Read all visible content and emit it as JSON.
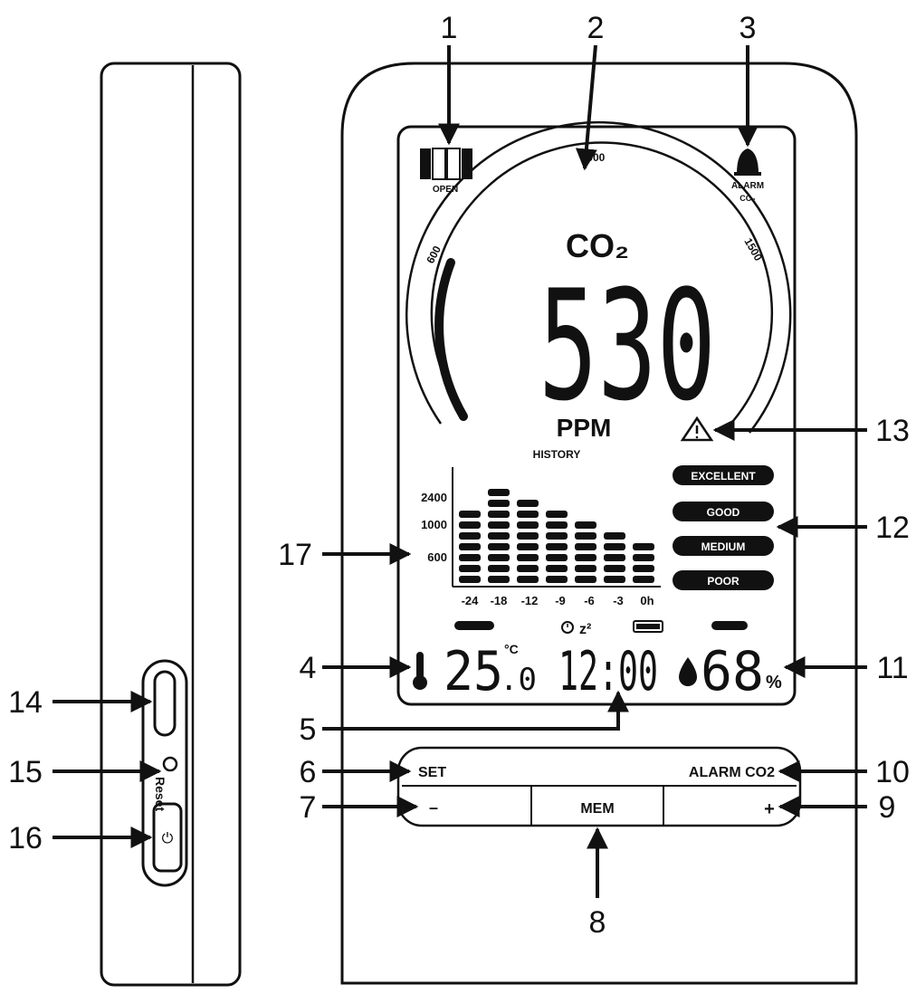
{
  "callouts": [
    "1",
    "2",
    "3",
    "4",
    "5",
    "6",
    "7",
    "8",
    "9",
    "10",
    "11",
    "12",
    "13",
    "14",
    "15",
    "16",
    "17"
  ],
  "display": {
    "window_label": "OPEN",
    "alarm_label": "ALARM",
    "alarm_sub": "CO₂",
    "gauge_ticks": [
      "600",
      "1000",
      "1500"
    ],
    "co2_label": "CO₂",
    "co2_value": "530",
    "unit": "PPM",
    "history_label": "HISTORY",
    "history_y_ticks": [
      "2400",
      "1000",
      "600"
    ],
    "history_x_ticks": [
      "-24",
      "-18",
      "-12",
      "-9",
      "-6",
      "-3",
      "0h"
    ],
    "history_bar_levels": [
      7,
      9,
      8,
      7,
      6,
      5,
      4
    ],
    "quality_levels": [
      "EXCELLENT",
      "GOOD",
      "MEDIUM",
      "POOR"
    ],
    "temperature_int": "25",
    "temperature_dec": ".0",
    "temperature_unit": "°C",
    "time": "12:00",
    "humidity": "68",
    "humidity_unit": "%"
  },
  "buttons": {
    "set": "SET",
    "alarm_co2": "ALARM CO2",
    "minus": "–",
    "mem": "MEM",
    "plus": "+"
  },
  "side": {
    "reset_label": "Reset",
    "power_icon": "⏻"
  }
}
